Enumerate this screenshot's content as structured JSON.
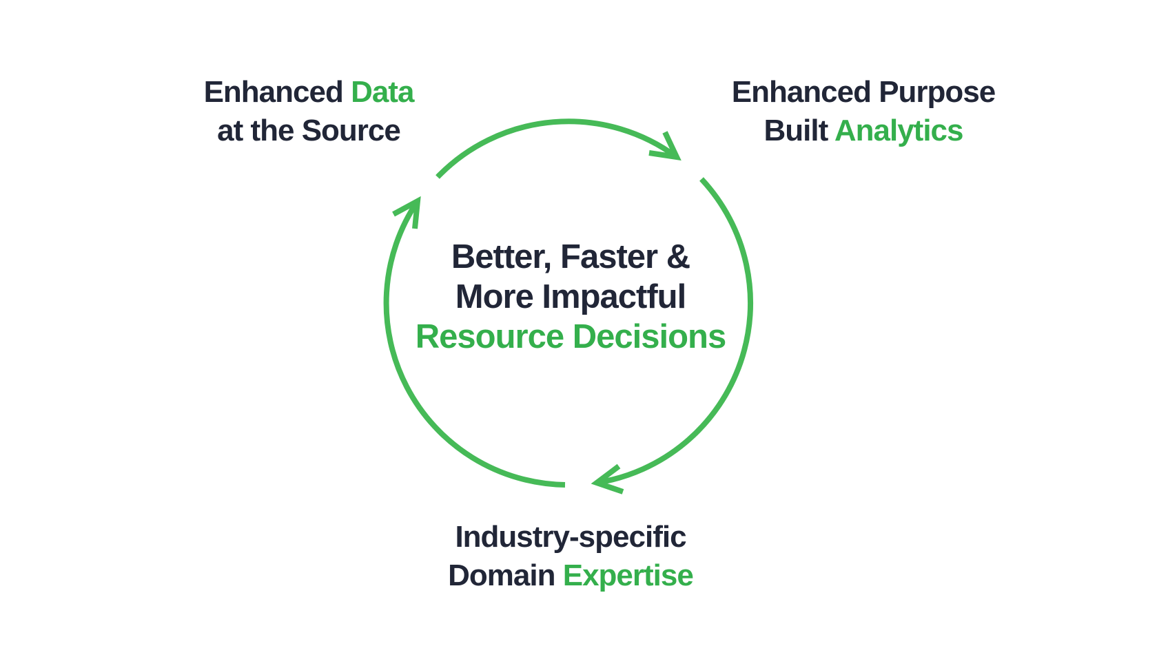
{
  "palette": {
    "background": "#ffffff",
    "dark_text": "#212637",
    "green_text": "#34af4c",
    "green_arrow": "#46ba57"
  },
  "diagram": {
    "type": "cycle",
    "flow": "clockwise",
    "center_label": {
      "line1": "Better, Faster &",
      "line2": "More Impactful",
      "line3": "Resource Decisions"
    },
    "nodes": [
      {
        "id": "enhanced-data-at-the-source",
        "position": "top-left",
        "line1_dark": "Enhanced ",
        "line1_green": "Data",
        "line2_dark": "at the Source"
      },
      {
        "id": "enhanced-purpose-built-analytics",
        "position": "top-right",
        "line1_dark": "Enhanced Purpose",
        "line2_dark": "Built ",
        "line2_green": "Analytics"
      },
      {
        "id": "industry-specific-domain-expertise",
        "position": "bottom",
        "line1_dark": "Industry-specific",
        "line2_dark": "Domain ",
        "line2_green": "Expertise"
      }
    ]
  }
}
